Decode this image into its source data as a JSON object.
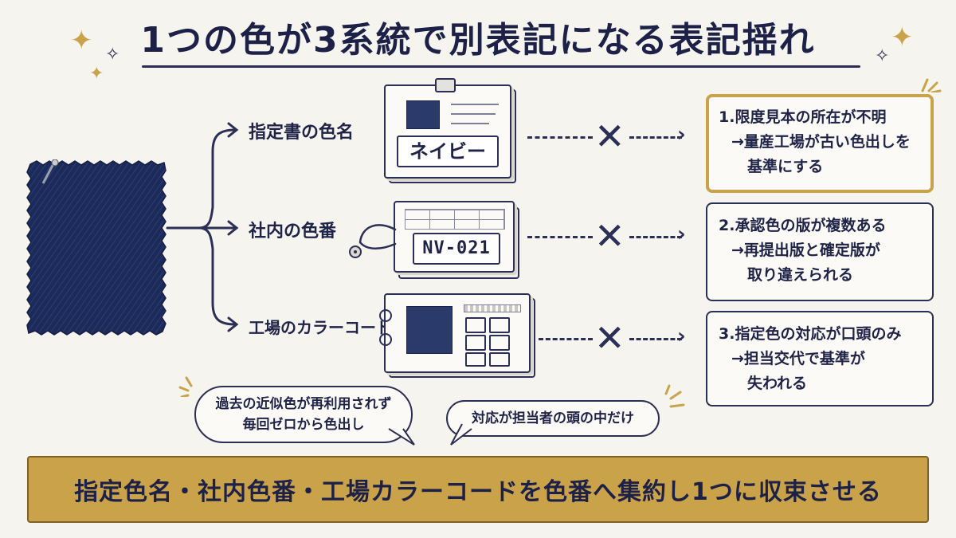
{
  "title": "1つの色が3系統で別表記になる表記揺れ",
  "branches": [
    {
      "label": "指定書の色名",
      "tag_text": "ネイビー"
    },
    {
      "label": "社内の色番",
      "tag_text": "NV-021"
    },
    {
      "label": "工場のカラーコード"
    }
  ],
  "issues": [
    {
      "line1": "1.限度見本の所在が不明",
      "line2": "→量産工場が古い色出しを",
      "line3": "基準にする",
      "highlight": true
    },
    {
      "line1": "2.承認色の版が複数ある",
      "line2": "→再提出版と確定版が",
      "line3": "取り違えられる",
      "highlight": false
    },
    {
      "line1": "3.指定色の対応が口頭のみ",
      "line2": "→担当交代で基準が",
      "line3": "失われる",
      "highlight": false
    }
  ],
  "bubbles": [
    {
      "line1": "過去の近似色が再利用されず",
      "line2": "毎回ゼロから色出し"
    },
    {
      "line1": "対応が担当者の頭の中だけ"
    }
  ],
  "footer": "指定色名・社内色番・工場カラーコードを色番へ集約し1つに収束させる",
  "icons": {
    "cross": "✕",
    "arrow": "›"
  },
  "colors": {
    "navy": "#1f2347",
    "gold": "#c9a24a",
    "fabric": "#1c2a5a",
    "background": "#f6f4ee"
  }
}
